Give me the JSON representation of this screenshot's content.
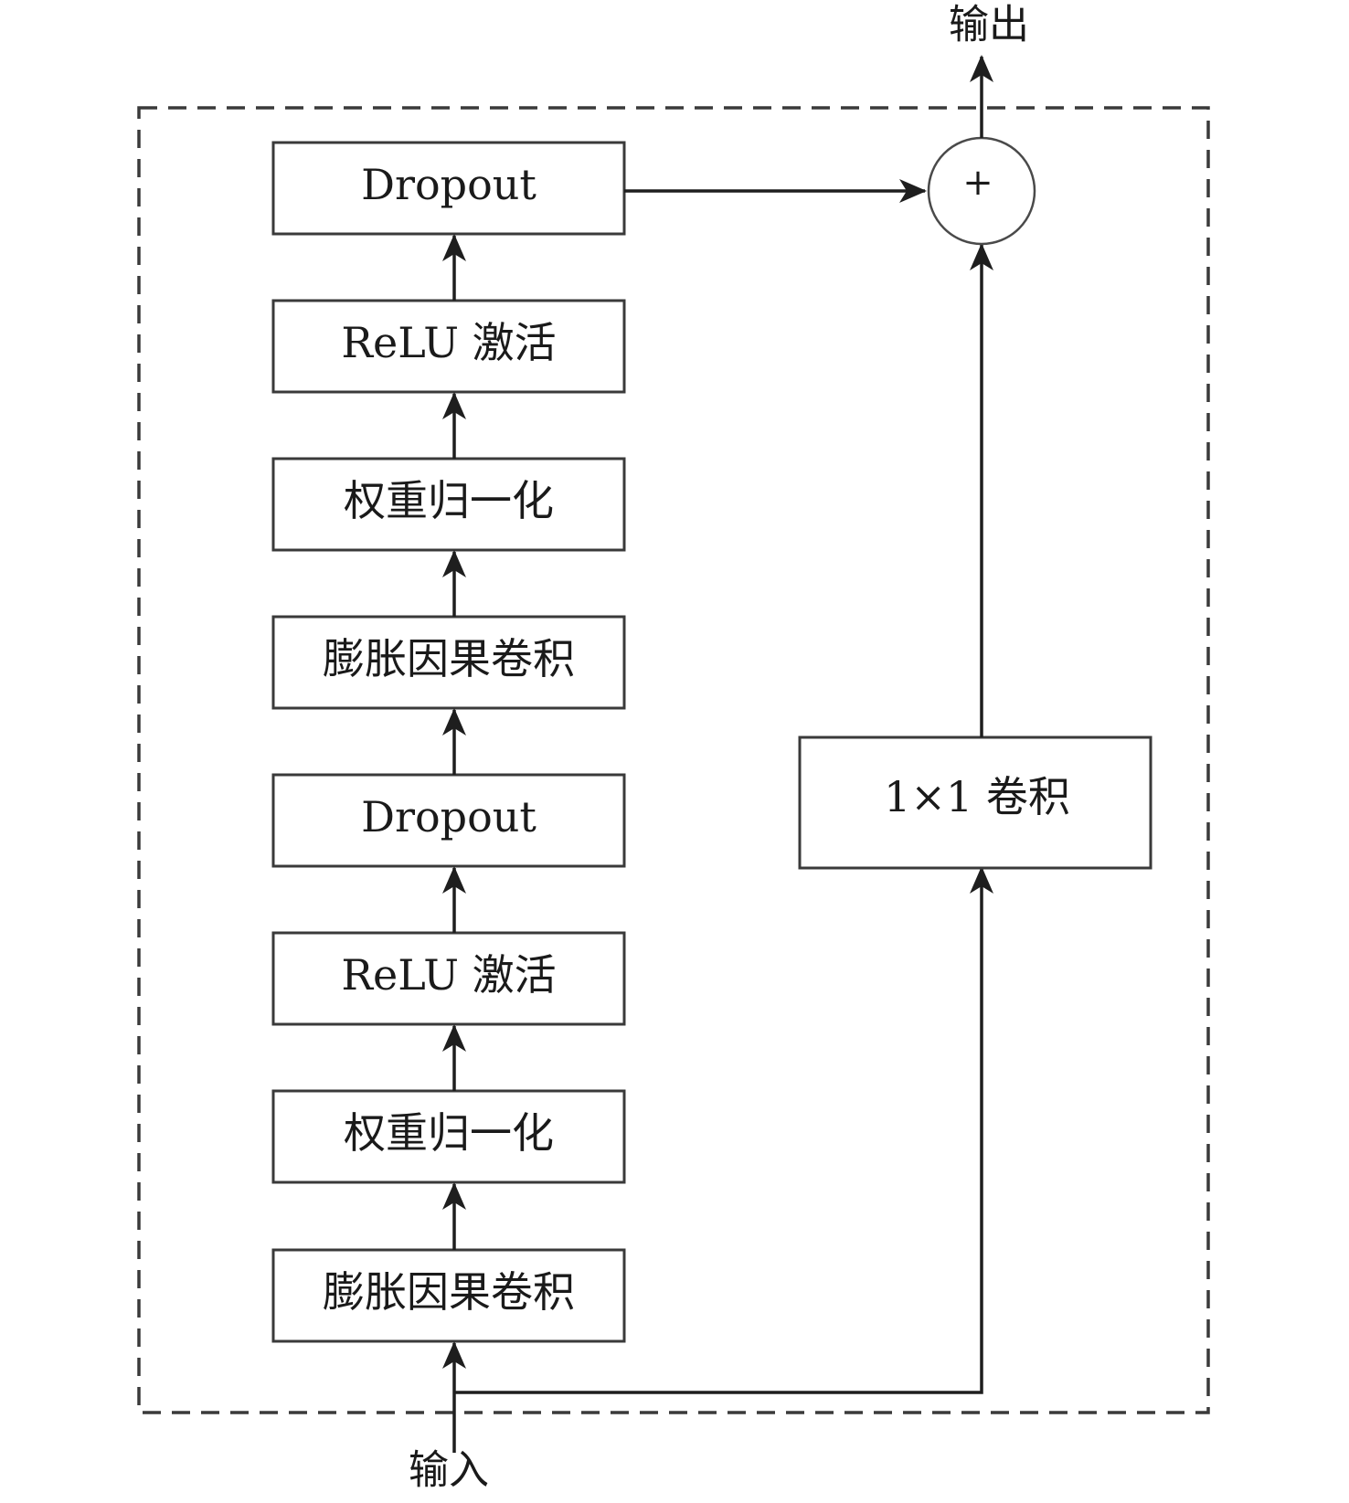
{
  "input_label": "输入",
  "output_label": "输出",
  "adder_symbol": "+",
  "left_stack": [
    {
      "label": "膨胀因果卷积"
    },
    {
      "label": "权重归一化"
    },
    {
      "label": "ReLU 激活"
    },
    {
      "label": "Dropout"
    },
    {
      "label": "膨胀因果卷积"
    },
    {
      "label": "权重归一化"
    },
    {
      "label": "ReLU 激活"
    },
    {
      "label": "Dropout"
    }
  ],
  "shortcut": {
    "label": "1×1 卷积"
  }
}
